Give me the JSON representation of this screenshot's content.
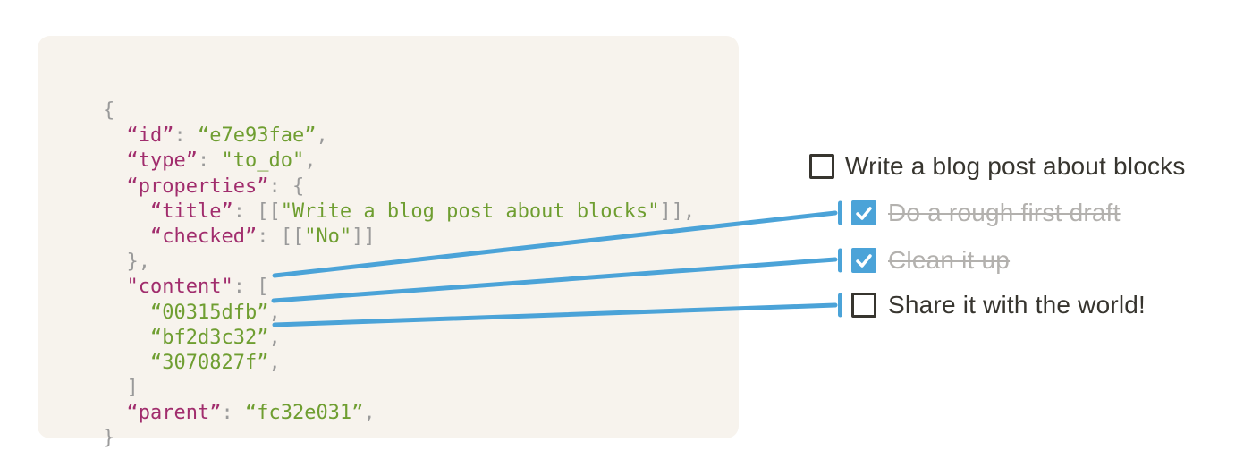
{
  "colors": {
    "page_bg": "#ffffff",
    "code_bg": "#f7f3ed",
    "tok_punct": "#9a9a9a",
    "tok_key": "#a12d6d",
    "tok_string": "#6f9e31",
    "accent_blue": "#4ba3d8",
    "todo_text": "#37352f",
    "todo_done_text": "#b3b1ae",
    "checkbox_border": "#37352f"
  },
  "code": {
    "lines": [
      [
        {
          "t": "{",
          "c": "p"
        }
      ],
      [
        {
          "t": "  ",
          "c": "p"
        },
        {
          "t": "“id”",
          "c": "k"
        },
        {
          "t": ": ",
          "c": "p"
        },
        {
          "t": "“e7e93fae”",
          "c": "s"
        },
        {
          "t": ",",
          "c": "p"
        }
      ],
      [
        {
          "t": "  ",
          "c": "p"
        },
        {
          "t": "“type”",
          "c": "k"
        },
        {
          "t": ": ",
          "c": "p"
        },
        {
          "t": "\"to_do\"",
          "c": "s"
        },
        {
          "t": ",",
          "c": "p"
        }
      ],
      [
        {
          "t": "  ",
          "c": "p"
        },
        {
          "t": "“properties”",
          "c": "k"
        },
        {
          "t": ": {",
          "c": "p"
        }
      ],
      [
        {
          "t": "    ",
          "c": "p"
        },
        {
          "t": "“title”",
          "c": "k"
        },
        {
          "t": ": [[",
          "c": "p"
        },
        {
          "t": "\"Write a blog post about blocks\"",
          "c": "s"
        },
        {
          "t": "]],",
          "c": "p"
        }
      ],
      [
        {
          "t": "    ",
          "c": "p"
        },
        {
          "t": "“checked”",
          "c": "k"
        },
        {
          "t": ": [[",
          "c": "p"
        },
        {
          "t": "\"No\"",
          "c": "s"
        },
        {
          "t": "]]",
          "c": "p"
        }
      ],
      [
        {
          "t": "  },",
          "c": "p"
        }
      ],
      [
        {
          "t": "  ",
          "c": "p"
        },
        {
          "t": "\"content\"",
          "c": "k"
        },
        {
          "t": ": [",
          "c": "p"
        }
      ],
      [
        {
          "t": "    ",
          "c": "p"
        },
        {
          "t": "“00315dfb”",
          "c": "s"
        },
        {
          "t": ",",
          "c": "p"
        }
      ],
      [
        {
          "t": "    ",
          "c": "p"
        },
        {
          "t": "“bf2d3c32”",
          "c": "s"
        },
        {
          "t": ",",
          "c": "p"
        }
      ],
      [
        {
          "t": "    ",
          "c": "p"
        },
        {
          "t": "“3070827f”",
          "c": "s"
        },
        {
          "t": ",",
          "c": "p"
        }
      ],
      [
        {
          "t": "  ]",
          "c": "p"
        }
      ],
      [
        {
          "t": "  ",
          "c": "p"
        },
        {
          "t": "“parent”",
          "c": "k"
        },
        {
          "t": ": ",
          "c": "p"
        },
        {
          "t": "“fc32e031”",
          "c": "s"
        },
        {
          "t": ",",
          "c": "p"
        }
      ],
      [
        {
          "t": "}",
          "c": "p"
        }
      ]
    ]
  },
  "todos": [
    {
      "label": "Write a blog post about blocks",
      "checked": false
    },
    {
      "label": "Do a rough first draft",
      "checked": true
    },
    {
      "label": "Clean it up",
      "checked": true
    },
    {
      "label": "Share it with the world!",
      "checked": false
    }
  ]
}
